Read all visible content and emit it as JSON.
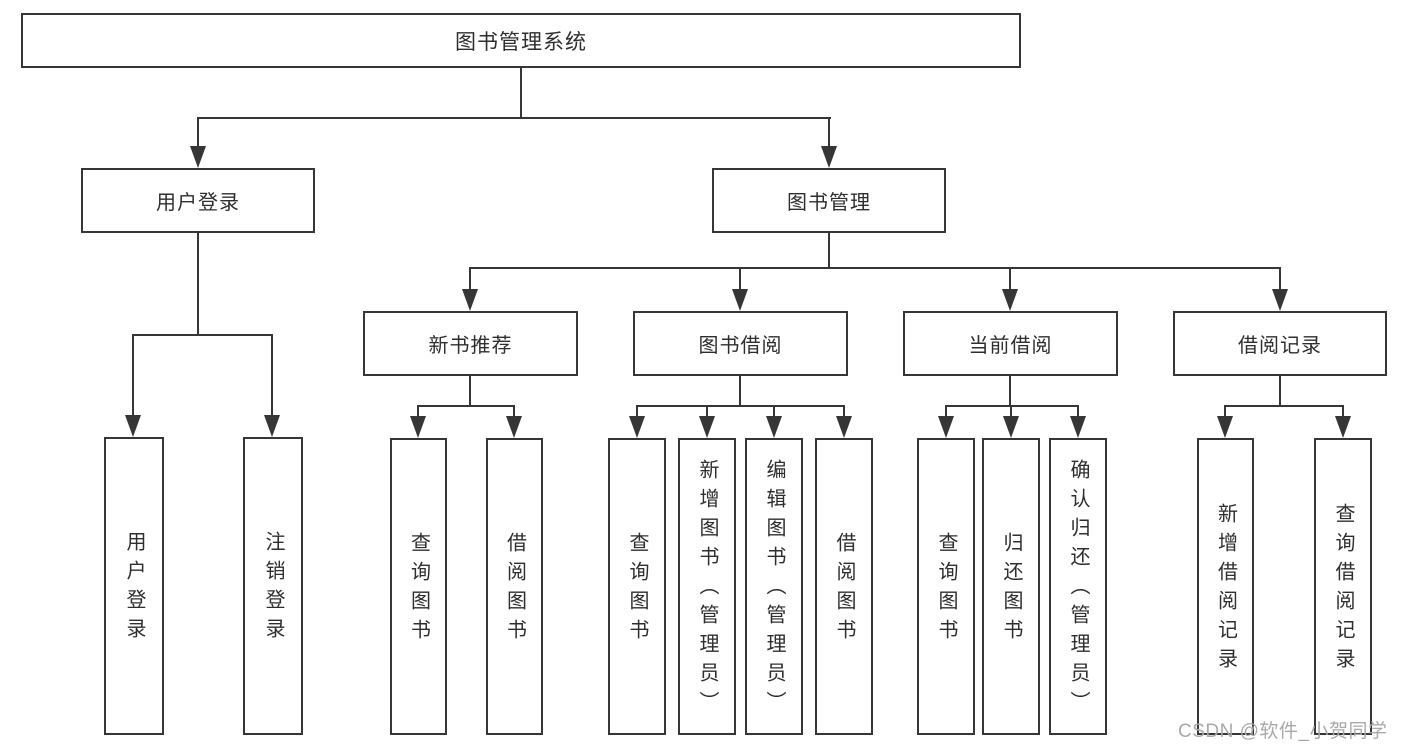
{
  "diagram_type": "hierarchy-tree",
  "colors": {
    "background": "#ffffff",
    "box_border": "#363636",
    "connector": "#363636",
    "text": "#2e2e2e",
    "watermark": "#a9a9a9"
  },
  "tree": {
    "root": {
      "label": "图书管理系统",
      "children": [
        {
          "label": "用户登录",
          "children": [
            {
              "label": "用户登录"
            },
            {
              "label": "注销登录"
            }
          ]
        },
        {
          "label": "图书管理",
          "children": [
            {
              "label": "新书推荐",
              "children": [
                {
                  "label": "查询图书"
                },
                {
                  "label": "借阅图书"
                }
              ]
            },
            {
              "label": "图书借阅",
              "children": [
                {
                  "label": "查询图书"
                },
                {
                  "label": "新增图书（管理员）"
                },
                {
                  "label": "编辑图书（管理员）"
                },
                {
                  "label": "借阅图书"
                }
              ]
            },
            {
              "label": "当前借阅",
              "children": [
                {
                  "label": "查询图书"
                },
                {
                  "label": "归还图书"
                },
                {
                  "label": "确认归还（管理员）"
                }
              ]
            },
            {
              "label": "借阅记录",
              "children": [
                {
                  "label": "新增借阅记录"
                },
                {
                  "label": "查询借阅记录"
                }
              ]
            }
          ]
        }
      ]
    }
  },
  "watermark": {
    "text": "CSDN @软件_小贺同学"
  }
}
